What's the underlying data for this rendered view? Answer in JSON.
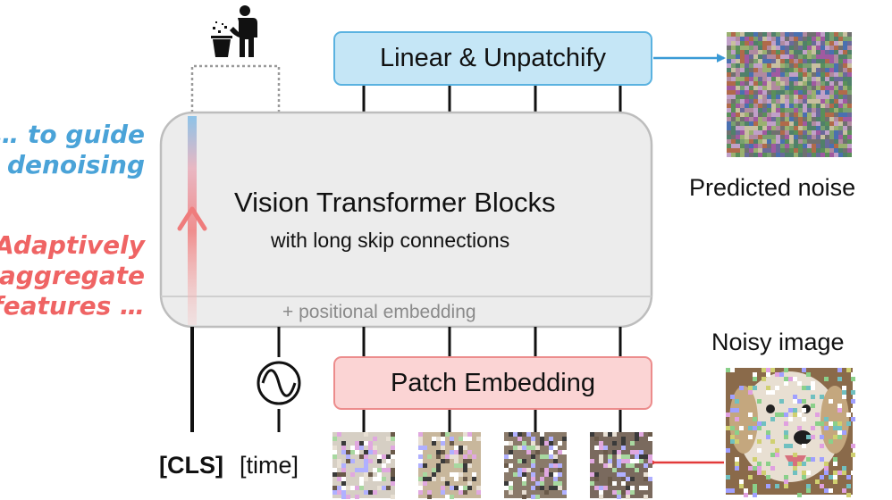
{
  "labels": {
    "guide_line1": "… to guide",
    "guide_line2": "denoising",
    "aggregate_line1": "Adaptively",
    "aggregate_line2": "aggregate",
    "aggregate_line3": "features …",
    "vit_title": "Vision Transformer Blocks",
    "vit_subtitle": "with long skip connections",
    "positional": "+ positional embedding",
    "linear": "Linear & Unpatchify",
    "patch": "Patch Embedding",
    "predicted_noise": "Predicted noise",
    "noisy_image": "Noisy image",
    "cls": "[CLS]",
    "time": "[time]"
  },
  "icons": {
    "trash": "trash-person-icon",
    "sinusoid": "sinusoid-icon",
    "noise": "noise-image",
    "dog": "noisy-dog-image"
  },
  "colors": {
    "linear_fill": "#c5e6f6",
    "linear_border": "#5ab2e0",
    "patch_fill": "#fbd4d4",
    "patch_border": "#ec8c8c",
    "vit_fill": "#ececec",
    "vit_border": "#bdbdbd",
    "arrow_blue": "#3a9ad6",
    "arrow_red": "#e23a3a"
  }
}
